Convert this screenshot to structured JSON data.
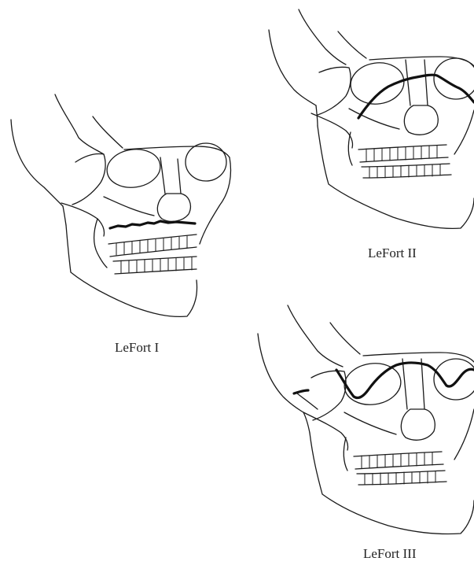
{
  "figure": {
    "panels": [
      {
        "id": "lefort-1",
        "label": "LeFort I"
      },
      {
        "id": "lefort-2",
        "label": "LeFort II"
      },
      {
        "id": "lefort-3",
        "label": "LeFort III"
      }
    ]
  }
}
